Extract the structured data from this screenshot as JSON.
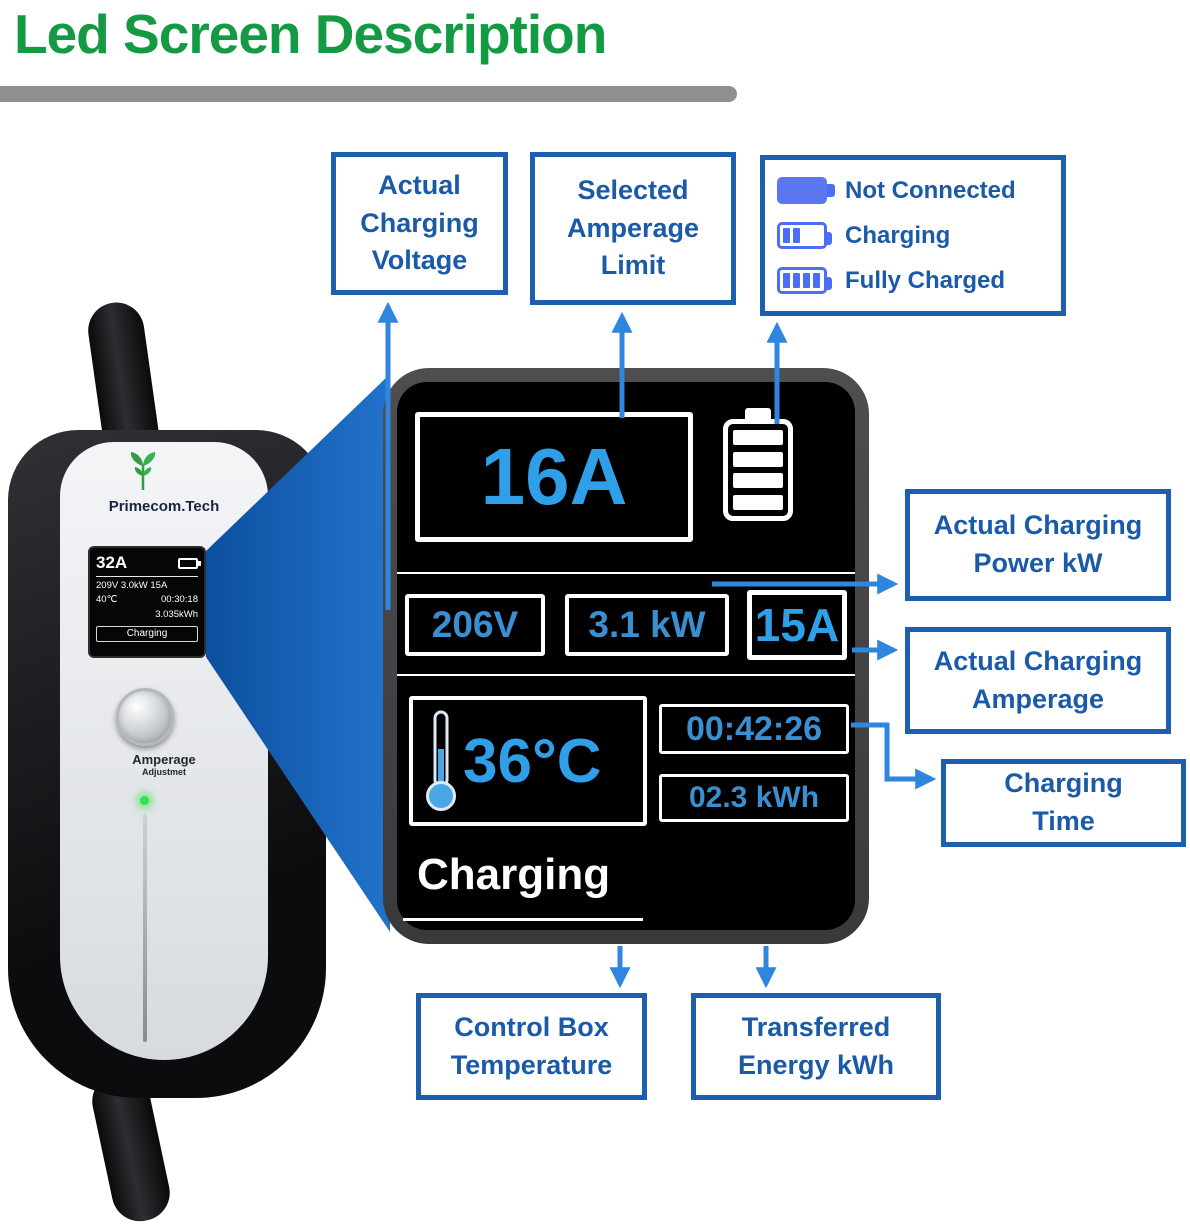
{
  "title": "Led Screen Description",
  "device": {
    "brand": "Primecom.Tech",
    "mini_screen": {
      "amperage": "32A",
      "stats": "209V 3.0kW 15A",
      "temp": "40℃",
      "time": "00:30:18",
      "energy": "3.035kWh",
      "status": "Charging"
    },
    "button": {
      "label1": "Amperage",
      "label2": "Adjustmet"
    }
  },
  "screen": {
    "amperage_limit": "16A",
    "voltage": "206V",
    "power": "3.1 kW",
    "amperage": "15A",
    "temperature": "36°C",
    "time": "00:42:26",
    "energy": "02.3 kWh",
    "status": "Charging"
  },
  "callouts": {
    "voltage": "Actual\nCharging\nVoltage",
    "amperage_limit": "Selected\nAmperage\nLimit",
    "power": "Actual Charging\nPower kW",
    "amperage": "Actual Charging\nAmperage",
    "time": "Charging\nTime",
    "temperature": "Control Box\nTemperature",
    "energy": "Transferred\nEnergy kWh"
  },
  "legend": {
    "not_connected": "Not Connected",
    "charging": "Charging",
    "fully_charged": "Fully Charged"
  },
  "colors": {
    "title_green": "#149a43",
    "callout_border": "#1d5fae",
    "callout_text": "#1a5aa8",
    "arrow_blue": "#2e86de",
    "screen_value_blue": "#2f9fe8",
    "legend_icon_blue": "#4b6ef5",
    "beam_blue": "#0c4f9e"
  }
}
